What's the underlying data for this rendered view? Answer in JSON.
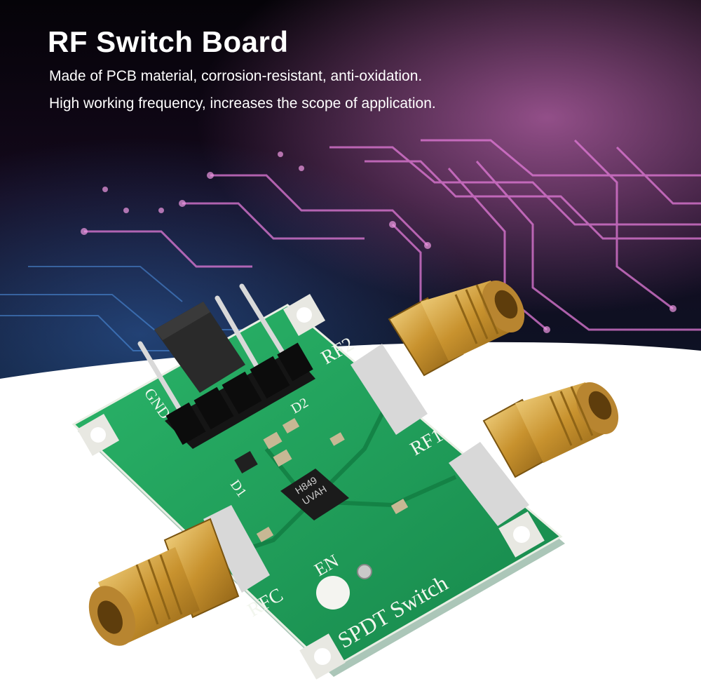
{
  "header": {
    "title": "RF Switch Board",
    "lines": [
      "Made of PCB material, corrosion-resistant, anti-oxidation.",
      "High working frequency, increases the scope of application."
    ]
  },
  "board": {
    "silkscreen": {
      "rf2": "RF2",
      "rf1": "RF1",
      "rfc": "RFC",
      "en": "EN",
      "switch": "SPDT Switch",
      "gnd": "GND",
      "d1": "D1",
      "d2": "D2"
    },
    "chip_marking": [
      "H849",
      "UVAH"
    ]
  },
  "colors": {
    "background_dark": "#0a0610",
    "circuit_glow": "#e070d8",
    "pcb_green": "#1fa35a",
    "connector_gold": "#d6a640",
    "floor": "#ffffff"
  }
}
